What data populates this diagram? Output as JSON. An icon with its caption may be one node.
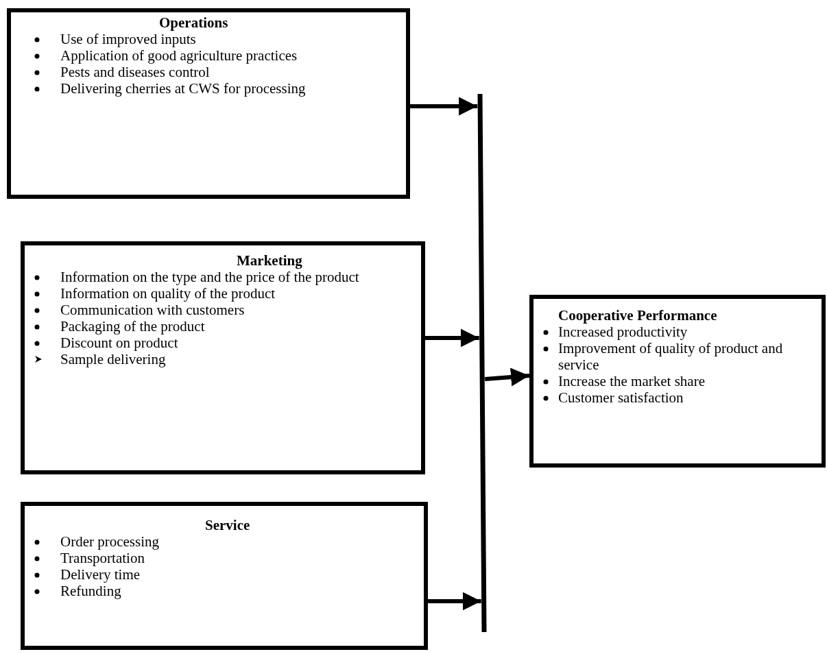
{
  "diagram": {
    "nodes": [
      {
        "text": [
          "Operations",
          "Use of improved inputs",
          "Application of good agriculture practices",
          "Pests and diseases control",
          "Delivering cherries at CWS for processing"
        ]
      },
      {
        "text": [
          "Marketing",
          "Information on the type and the price of the product",
          "Information on quality of the product",
          "Communication with customers",
          "Packaging of the product",
          "Discount on product",
          "Sample delivering"
        ]
      },
      {
        "text": [
          "Service",
          "Order processing",
          "Transportation",
          "Delivery time",
          "Refunding"
        ]
      },
      {
        "text": [],
        "shape": "bar"
      },
      {
        "text": [
          "Cooperative Performance",
          "Increased productivity",
          "Improvement of quality of product and service",
          "Increase the market share",
          "Customer satisfaction"
        ]
      }
    ],
    "edges": [
      {
        "from": 0,
        "to": 3,
        "arrow": "to"
      },
      {
        "from": 1,
        "to": 3,
        "arrow": "to"
      },
      {
        "from": 2,
        "to": 3,
        "arrow": "to"
      },
      {
        "from": 3,
        "to": 4,
        "arrow": "to"
      }
    ]
  }
}
